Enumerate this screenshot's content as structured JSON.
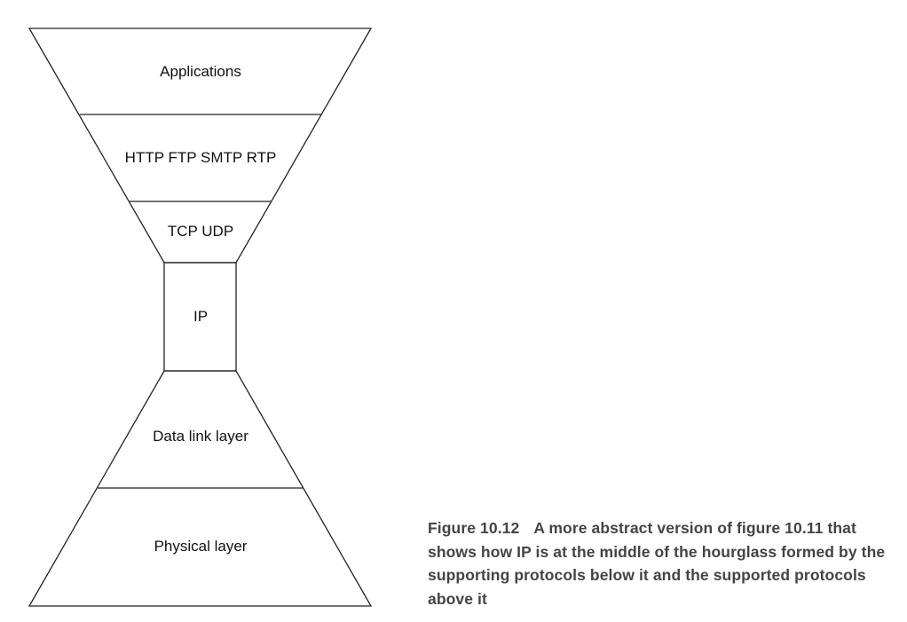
{
  "layers": {
    "applications": "Applications",
    "protocols": "HTTP FTP SMTP RTP",
    "transport": "TCP UDP",
    "ip": "IP",
    "datalink": "Data link layer",
    "physical": "Physical layer"
  },
  "caption": {
    "figure_number": "Figure 10.12",
    "text": "A more abstract version of figure 10.11 that shows how IP is at the middle of the hourglass formed by the supporting protocols below it and the supported protocols above it"
  }
}
